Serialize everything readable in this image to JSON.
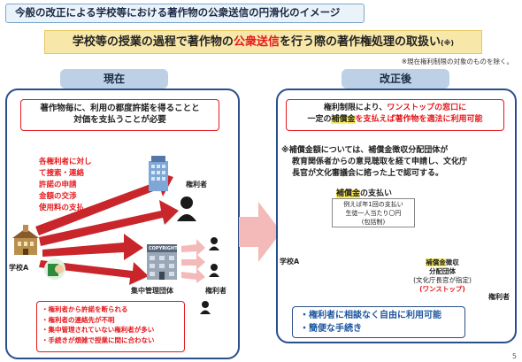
{
  "page_title": "今般の改正による学校等における著作物の公衆送信の円滑化のイメージ",
  "subtitle": {
    "prefix": "学校等の授業の過程で著作物の",
    "emphasis": "公衆送信",
    "suffix": "を行う際の著作権処理の取扱い",
    "note_mark": "(※)"
  },
  "note": "※現在権利制限の対象のものを除く。",
  "current": {
    "tab": "現在",
    "bubble_line1": "著作物毎に、利用の都度許諾を得ることと",
    "bubble_line2": "対価を支払うことが必要",
    "per_rightholder": [
      "各権利者に対し",
      "て捜索・連絡",
      "許諾の申請",
      "金額の交渉",
      "使用料の支払"
    ],
    "school_label": "学校A",
    "rightholder_label": "権利者",
    "collective_label": "集中管理団体",
    "rightholder_label2": "権利者",
    "copyright_sign": "COPYRIGHT",
    "problems": [
      "・権利者から許諾を断られる",
      "・権利者の連絡先が不明",
      "・集中管理されていない権利者が多い",
      "・手続きが煩雑で授業に間に合わない"
    ]
  },
  "after": {
    "tab": "改正後",
    "bubble_line1_a": "権利制限により、",
    "bubble_line1_b": "ワンストップの窓口に",
    "bubble_line2_a": "一定の",
    "bubble_line2_hl": "補償金",
    "bubble_line2_b": "を支払えば著作物を適法に利用可能",
    "desc": [
      "※補償金額については、補償金徴収分配団体が",
      "教育関係者からの意見聴取を経て申請し、文化庁",
      "長官が文化審議会に諮った上で認可する。"
    ],
    "payment_hl": "補償金",
    "payment_suffix": "の支払い",
    "payment_example": [
      "例えば年1回の支払い",
      "生徒一人当たり〇円",
      "(包括制)"
    ],
    "school_label": "学校A",
    "org_hl": "補償金",
    "org_suffix": "徴収",
    "org_line2": "分配団体",
    "org_line3": "(文化庁長官が指定)",
    "org_line4": "(ワンストップ)",
    "rightholder_label": "権利者",
    "benefits": [
      "・権利者に相談なく自由に利用可能",
      "・簡便な手続き"
    ]
  },
  "page_number": "5",
  "colors": {
    "red": "#e5181c",
    "navy": "#2b4f8a",
    "arrow_red": "#c8262b",
    "arrow_pink": "#f4b9b9",
    "highlight": "#fff15a"
  }
}
